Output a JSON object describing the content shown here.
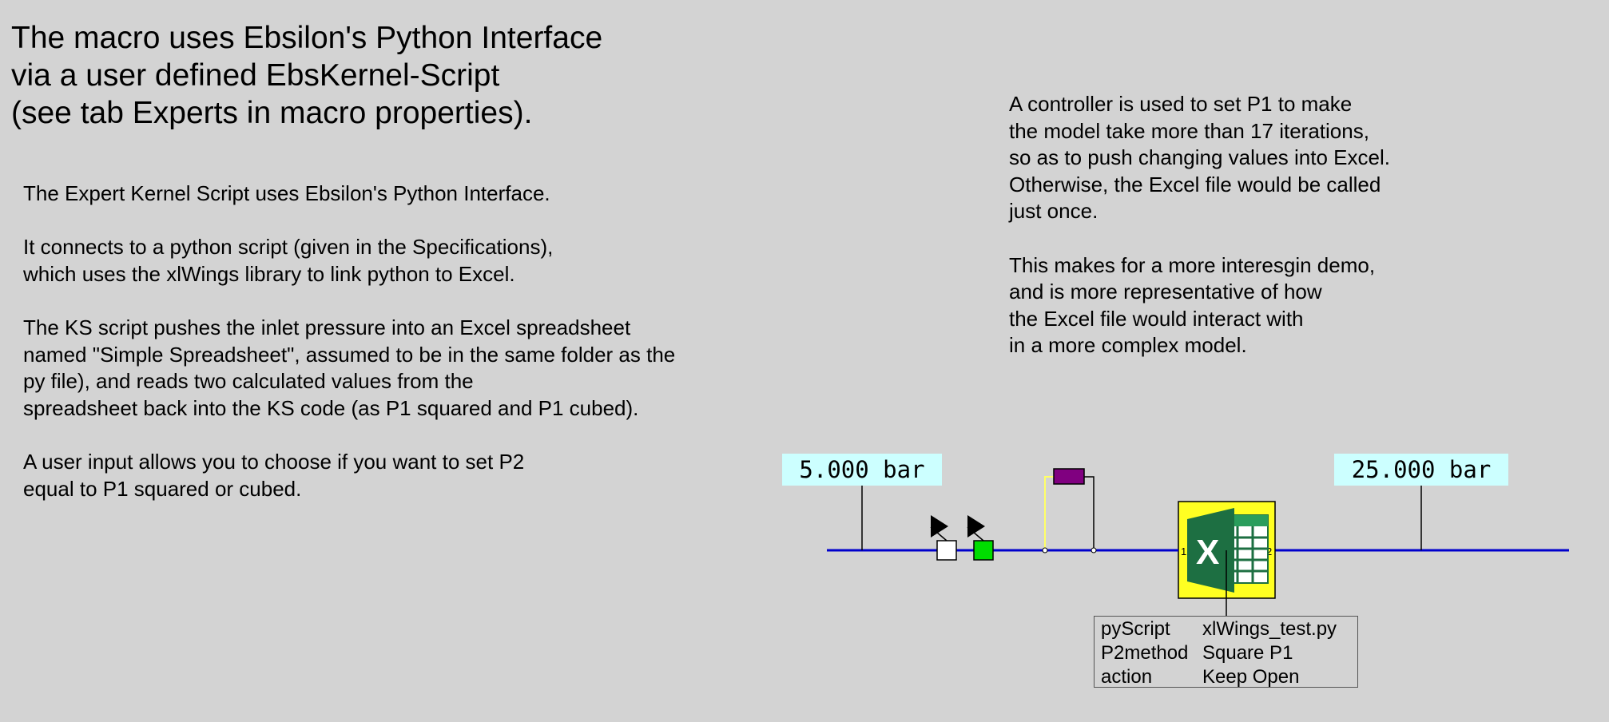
{
  "heading": "The macro uses Ebsilon's Python Interface\nvia a user defined EbsKernel-Script\n(see tab Experts in macro properties).",
  "note_left": "The Expert Kernel Script uses Ebsilon's Python Interface.\n\nIt connects to a python script (given in the Specifications),\nwhich uses the xlWings library to link python to Excel.\n\nThe KS script pushes the inlet pressure into an Excel spreadsheet\nnamed \"Simple Spreadsheet\", assumed to be in the same folder as the\npy file), and reads two calculated values from the\nspreadsheet back into the KS code (as P1 squared and P1 cubed).\n\nA user input allows you to choose if you want to set P2\nequal to P1 squared or cubed.",
  "note_right": "A controller is used to set P1 to make\nthe model take more than 17 iterations,\nso as to push changing values into Excel.\nOtherwise, the Excel file would be called\njust once.\n\nThis makes for a more interesgin demo,\nand is more representative of how\nthe Excel file would interact with\nin a more complex model.",
  "diagram": {
    "inlet_pressure": "5.000 bar",
    "outlet_pressure": "25.000 bar",
    "port_in_label": "1",
    "port_out_label": "2",
    "excel_letter": "X",
    "colors": {
      "pipe": "#0000cc",
      "signal_line": "#ffff66",
      "controller": "#800080",
      "source_valve": "#00dd00",
      "macro_background": "#ffff22",
      "excel_green": "#1d6f42",
      "value_box": "#ccffff"
    },
    "icons": [
      "flag-icon",
      "flag-icon",
      "excel-icon"
    ]
  },
  "properties": [
    {
      "key": "pyScript",
      "value": "xlWings_test.py"
    },
    {
      "key": "P2method",
      "value": "Square P1"
    },
    {
      "key": "action",
      "value": "Keep Open"
    }
  ]
}
